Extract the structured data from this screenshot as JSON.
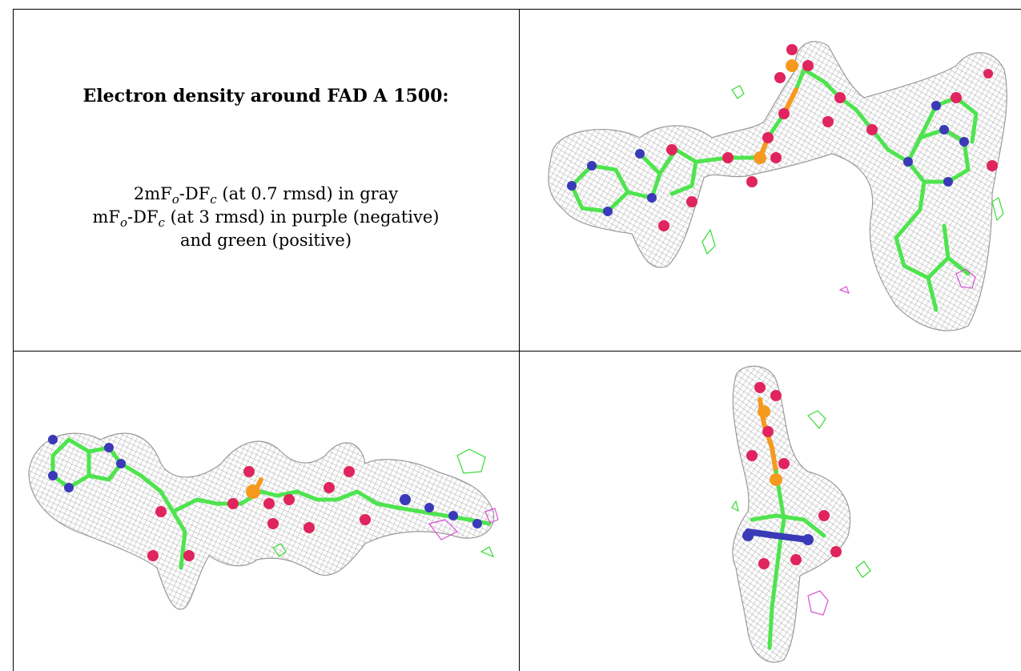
{
  "caption": {
    "title": "Electron density around FAD A 1500:",
    "map1": {
      "a": "2mF",
      "sub1": "o",
      "b": "-DF",
      "sub2": "c",
      "rest": " (at 0.7 rmsd) in gray"
    },
    "map2": {
      "a": "mF",
      "sub1": "o",
      "b": "-DF",
      "sub2": "c",
      "rest": " (at 3 rmsd) in purple (negative)"
    },
    "map2_cont": "and green (positive)"
  },
  "colors": {
    "mesh_gray": "#8c8c8c",
    "carbon_green": "#4ee44e",
    "oxygen_red": "#e0245e",
    "nitrogen_blue": "#3a3ab8",
    "phosphorus_orange": "#f59a1f",
    "positive_green": "#33dd33",
    "negative_purple": "#d94fd9"
  },
  "panels": {
    "top_right": {
      "view": "front view of FAD"
    },
    "bottom_left": {
      "view": "side view of FAD"
    },
    "bottom_right": {
      "view": "end-on view of FAD"
    }
  }
}
